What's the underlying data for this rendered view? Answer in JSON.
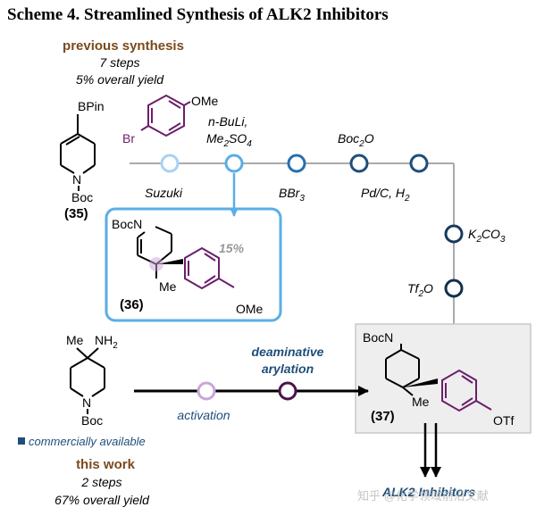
{
  "header": {
    "title": "Scheme 4. Streamlined Synthesis of ALK2 Inhibitors"
  },
  "previous": {
    "heading": "previous synthesis",
    "steps": "7 steps",
    "yield": "5% overall yield"
  },
  "this_work": {
    "heading": "this work",
    "steps": "2 steps",
    "yield": "67% overall yield"
  },
  "compounds": {
    "c35": {
      "label": "(35)",
      "bpin": "BPin",
      "n": "N",
      "boc": "Boc"
    },
    "c36": {
      "label": "(36)",
      "bocn": "BocN",
      "me": "Me",
      "ome": "OMe",
      "yield": "15%"
    },
    "c37": {
      "label": "(37)",
      "bocn": "BocN",
      "me": "Me",
      "otf": "OTf"
    },
    "amine": {
      "me": "Me",
      "nh2": "NH",
      "nh2_sub": "2",
      "n": "N",
      "boc": "Boc"
    },
    "aryl_bromide": {
      "br": "Br",
      "ome": "OMe"
    }
  },
  "reagents": {
    "nbuli": "n-BuLi,",
    "me2so4_main": "Me",
    "me2so4_sub1": "2",
    "me2so4_main2": "SO",
    "me2so4_sub2": "4",
    "boc2o_main": "Boc",
    "boc2o_sub": "2",
    "boc2o_end": "O",
    "suzuki": "Suzuki",
    "bbr3_main": "BBr",
    "bbr3_sub": "3",
    "pdc": "Pd/C, H",
    "pdc_sub": "2",
    "k2co3_main": "K",
    "k2co3_sub": "2",
    "k2co3_end": "CO",
    "k2co3_sub2": "3",
    "tf2o_main": "Tf",
    "tf2o_sub": "2",
    "tf2o_end": "O"
  },
  "route": {
    "deaminative_line1": "deaminative",
    "deaminative_line2": "arylation",
    "activation": "activation"
  },
  "notes": {
    "commercial": "commercially available",
    "product": "ALK2 Inhibitors",
    "watermark": "知乎 @化学领域前沿文献"
  },
  "colors": {
    "brown": "#7a4a1c",
    "navy": "#1f4e79",
    "blue_light": "#5aaee6",
    "purple": "#6b1f6b",
    "lavender": "#c9a6d6",
    "grey_line": "#aaaaaa"
  }
}
